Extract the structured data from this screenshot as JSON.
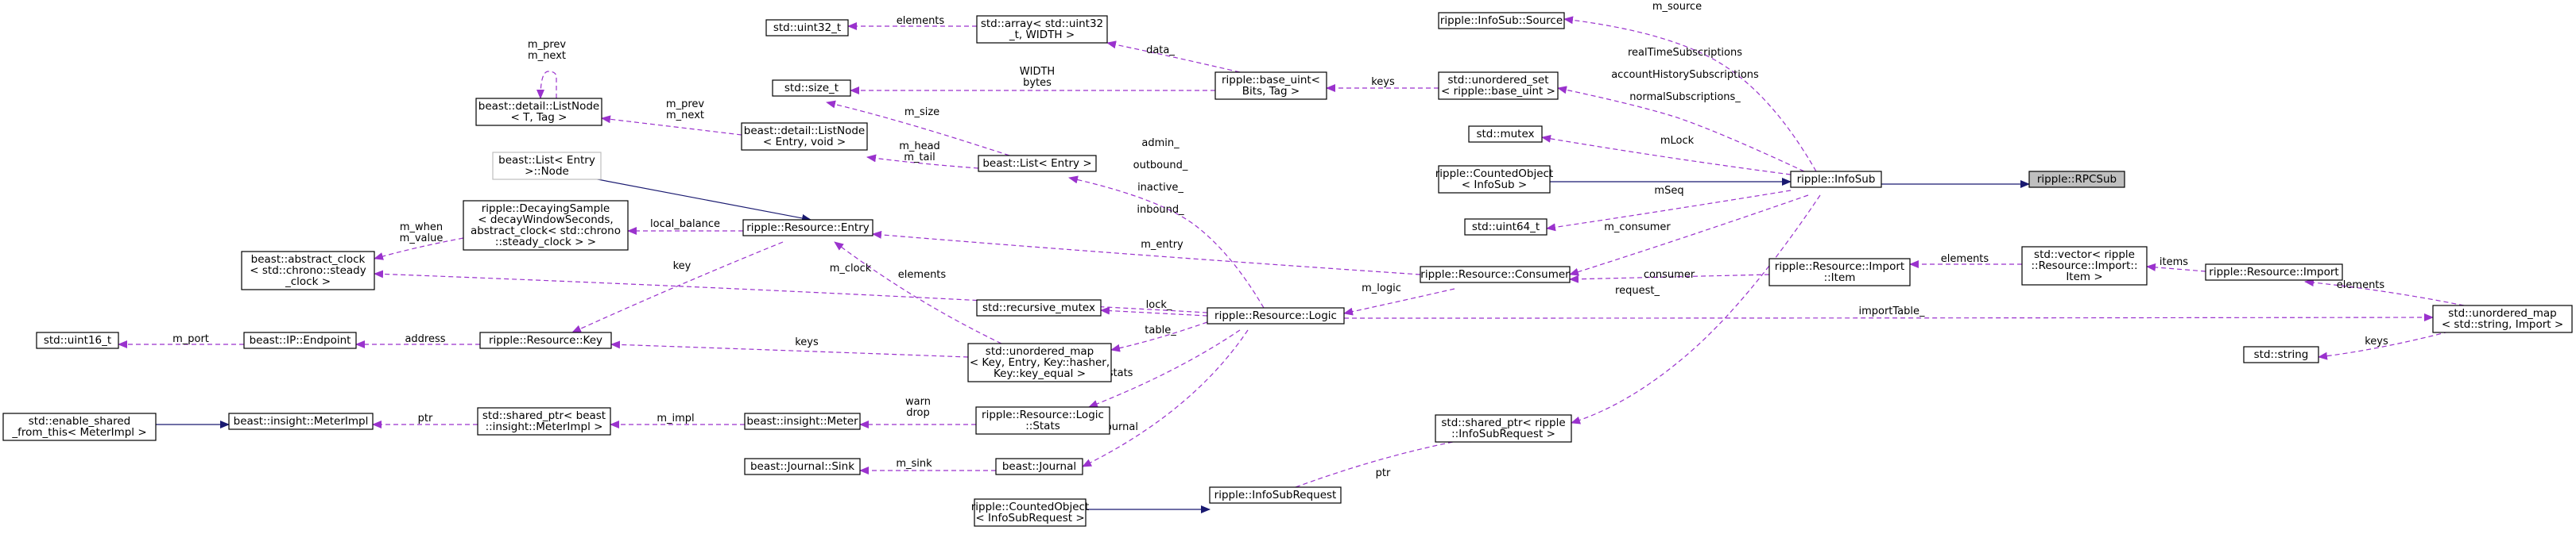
{
  "nodes": [
    {
      "id": "rpcsub",
      "lines": [
        "ripple::RPCSub"
      ],
      "highlight": true
    },
    {
      "id": "infosub",
      "lines": [
        "ripple::InfoSub"
      ]
    },
    {
      "id": "source",
      "lines": [
        "ripple::InfoSub::Source"
      ]
    },
    {
      "id": "unordered_set",
      "lines": [
        "std::unordered_set",
        "< ripple::base_uint >"
      ]
    },
    {
      "id": "mutex",
      "lines": [
        "std::mutex"
      ]
    },
    {
      "id": "counted_infosub",
      "lines": [
        "ripple::CountedObject",
        "< InfoSub >"
      ]
    },
    {
      "id": "uint64",
      "lines": [
        "std::uint64_t"
      ]
    },
    {
      "id": "consumer",
      "lines": [
        "ripple::Resource::Consumer"
      ]
    },
    {
      "id": "shared_req",
      "lines": [
        "std::shared_ptr< ripple",
        "::InfoSubRequest >"
      ]
    },
    {
      "id": "infosubrequest",
      "lines": [
        "ripple::InfoSubRequest"
      ]
    },
    {
      "id": "counted_req",
      "lines": [
        "ripple::CountedObject",
        "< InfoSubRequest >"
      ]
    },
    {
      "id": "uint32",
      "lines": [
        "std::uint32_t"
      ]
    },
    {
      "id": "array",
      "lines": [
        "std::array< std::uint32",
        "_t, WIDTH >"
      ]
    },
    {
      "id": "base_uint",
      "lines": [
        "ripple::base_uint<",
        "Bits, Tag >"
      ]
    },
    {
      "id": "size_t",
      "lines": [
        "std::size_t"
      ]
    },
    {
      "id": "listnode_t",
      "lines": [
        "beast::detail::ListNode",
        "< T, Tag >"
      ]
    },
    {
      "id": "listnode_e",
      "lines": [
        "beast::detail::ListNode",
        "< Entry, void >"
      ]
    },
    {
      "id": "list_entry",
      "lines": [
        "beast::List< Entry >"
      ]
    },
    {
      "id": "list_node",
      "lines": [
        "beast::List< Entry",
        ">::Node"
      ],
      "grey": true
    },
    {
      "id": "decaying",
      "lines": [
        "ripple::DecayingSample",
        "< decayWindowSeconds,",
        "abstract_clock< std::chrono",
        "::steady_clock > >"
      ]
    },
    {
      "id": "entry",
      "lines": [
        "ripple::Resource::Entry"
      ]
    },
    {
      "id": "abstract_clock",
      "lines": [
        "beast::abstract_clock",
        "< std::chrono::steady",
        "_clock >"
      ]
    },
    {
      "id": "uint16",
      "lines": [
        "std::uint16_t"
      ]
    },
    {
      "id": "endpoint",
      "lines": [
        "beast::IP::Endpoint"
      ]
    },
    {
      "id": "key",
      "lines": [
        "ripple::Resource::Key"
      ]
    },
    {
      "id": "recursive_mutex",
      "lines": [
        "std::recursive_mutex"
      ]
    },
    {
      "id": "unordered_map_key",
      "lines": [
        "std::unordered_map",
        "< Key, Entry, Key::hasher,",
        "Key::key_equal >"
      ]
    },
    {
      "id": "logic",
      "lines": [
        "ripple::Resource::Logic"
      ]
    },
    {
      "id": "enable_shared",
      "lines": [
        "std::enable_shared",
        "_from_this< MeterImpl >"
      ]
    },
    {
      "id": "meterimpl",
      "lines": [
        "beast::insight::MeterImpl"
      ]
    },
    {
      "id": "shared_meterimpl",
      "lines": [
        "std::shared_ptr< beast",
        "::insight::MeterImpl >"
      ]
    },
    {
      "id": "meter",
      "lines": [
        "beast::insight::Meter"
      ]
    },
    {
      "id": "stats",
      "lines": [
        "ripple::Resource::Logic",
        "::Stats"
      ]
    },
    {
      "id": "sink",
      "lines": [
        "beast::Journal::Sink"
      ]
    },
    {
      "id": "journal",
      "lines": [
        "beast::Journal"
      ]
    },
    {
      "id": "import_item",
      "lines": [
        "ripple::Resource::Import",
        "::Item"
      ]
    },
    {
      "id": "vector_item",
      "lines": [
        "std::vector< ripple",
        "::Resource::Import::",
        "Item >"
      ]
    },
    {
      "id": "import",
      "lines": [
        "ripple::Resource::Import"
      ]
    },
    {
      "id": "unordered_map_str",
      "lines": [
        "std::unordered_map",
        "< std::string, Import >"
      ]
    },
    {
      "id": "string",
      "lines": [
        "std::string"
      ]
    }
  ],
  "edges": [
    {
      "from": "infosub",
      "to": "rpcsub",
      "kind": "inherit",
      "label": []
    },
    {
      "from": "counted_infosub",
      "to": "infosub",
      "kind": "inherit",
      "label": []
    },
    {
      "from": "counted_req",
      "to": "infosubrequest",
      "kind": "inherit",
      "label": []
    },
    {
      "from": "list_node",
      "to": "entry",
      "kind": "inherit",
      "label": []
    },
    {
      "from": "enable_shared",
      "to": "meterimpl",
      "kind": "inherit",
      "label": []
    },
    {
      "from": "infosub",
      "to": "source",
      "kind": "usage",
      "label": [
        "m_source"
      ]
    },
    {
      "from": "infosub",
      "to": "unordered_set",
      "kind": "usage",
      "label": [
        "realTimeSubscriptions",
        "accountHistorySubscriptions",
        "normalSubscriptions_"
      ]
    },
    {
      "from": "infosub",
      "to": "mutex",
      "kind": "usage",
      "label": [
        "mLock"
      ]
    },
    {
      "from": "infosub",
      "to": "uint64",
      "kind": "usage",
      "label": [
        "mSeq"
      ]
    },
    {
      "from": "infosub",
      "to": "consumer",
      "kind": "usage",
      "label": [
        "m_consumer"
      ]
    },
    {
      "from": "infosub",
      "to": "shared_req",
      "kind": "usage",
      "label": [
        "request_"
      ]
    },
    {
      "from": "infosubrequest",
      "to": "shared_req",
      "kind": "usage",
      "label": [
        "ptr"
      ]
    },
    {
      "from": "array",
      "to": "uint32",
      "kind": "usage",
      "label": [
        "elements"
      ]
    },
    {
      "from": "base_uint",
      "to": "array",
      "kind": "usage",
      "label": [
        "data_"
      ]
    },
    {
      "from": "base_uint",
      "to": "size_t",
      "kind": "usage",
      "label": [
        "WIDTH",
        "bytes"
      ]
    },
    {
      "from": "unordered_set",
      "to": "base_uint",
      "kind": "usage",
      "label": [
        "keys"
      ]
    },
    {
      "from": "list_entry",
      "to": "size_t",
      "kind": "usage",
      "label": [
        "m_size"
      ]
    },
    {
      "from": "listnode_t",
      "to": "listnode_t",
      "kind": "usage",
      "label": [
        "m_prev",
        "m_next"
      ]
    },
    {
      "from": "listnode_e",
      "to": "listnode_t",
      "kind": "usage",
      "label": [
        "m_prev",
        "m_next"
      ]
    },
    {
      "from": "list_entry",
      "to": "listnode_e",
      "kind": "usage",
      "label": [
        "m_head",
        "m_tail"
      ]
    },
    {
      "from": "logic",
      "to": "list_entry",
      "kind": "usage",
      "label": [
        "admin_",
        "outbound_",
        "inactive_",
        "inbound_"
      ]
    },
    {
      "from": "entry",
      "to": "decaying",
      "kind": "usage",
      "label": [
        "local_balance"
      ]
    },
    {
      "from": "decaying",
      "to": "abstract_clock",
      "kind": "usage",
      "label": [
        "m_when",
        "m_value"
      ]
    },
    {
      "from": "entry",
      "to": "key",
      "kind": "usage",
      "label": [
        "key"
      ]
    },
    {
      "from": "consumer",
      "to": "entry",
      "kind": "usage",
      "label": [
        "m_entry"
      ]
    },
    {
      "from": "logic",
      "to": "abstract_clock",
      "kind": "usage",
      "label": [
        "m_clock"
      ]
    },
    {
      "from": "consumer",
      "to": "logic",
      "kind": "usage",
      "label": [
        "m_logic"
      ]
    },
    {
      "from": "import_item",
      "to": "consumer",
      "kind": "usage",
      "label": [
        "consumer"
      ]
    },
    {
      "from": "vector_item",
      "to": "import_item",
      "kind": "usage",
      "label": [
        "elements"
      ]
    },
    {
      "from": "import",
      "to": "vector_item",
      "kind": "usage",
      "label": [
        "items"
      ]
    },
    {
      "from": "unordered_map_str",
      "to": "import",
      "kind": "usage",
      "label": [
        "elements"
      ]
    },
    {
      "from": "unordered_map_str",
      "to": "string",
      "kind": "usage",
      "label": [
        "keys"
      ]
    },
    {
      "from": "logic",
      "to": "unordered_map_str",
      "kind": "usage",
      "label": [
        "importTable_"
      ]
    },
    {
      "from": "logic",
      "to": "recursive_mutex",
      "kind": "usage",
      "label": [
        "lock_"
      ]
    },
    {
      "from": "logic",
      "to": "unordered_map_key",
      "kind": "usage",
      "label": [
        "table_"
      ]
    },
    {
      "from": "unordered_map_key",
      "to": "entry",
      "kind": "usage",
      "label": [
        "elements"
      ]
    },
    {
      "from": "unordered_map_key",
      "to": "key",
      "kind": "usage",
      "label": [
        "keys"
      ]
    },
    {
      "from": "key",
      "to": "endpoint",
      "kind": "usage",
      "label": [
        "address"
      ]
    },
    {
      "from": "endpoint",
      "to": "uint16",
      "kind": "usage",
      "label": [
        "m_port"
      ]
    },
    {
      "from": "logic",
      "to": "stats",
      "kind": "usage",
      "label": [
        "m_stats"
      ]
    },
    {
      "from": "logic",
      "to": "journal",
      "kind": "usage",
      "label": [
        "m_journal"
      ]
    },
    {
      "from": "journal",
      "to": "sink",
      "kind": "usage",
      "label": [
        "m_sink"
      ]
    },
    {
      "from": "stats",
      "to": "meter",
      "kind": "usage",
      "label": [
        "warn",
        "drop"
      ]
    },
    {
      "from": "meter",
      "to": "shared_meterimpl",
      "kind": "usage",
      "label": [
        "m_impl"
      ]
    },
    {
      "from": "shared_meterimpl",
      "to": "meterimpl",
      "kind": "usage",
      "label": [
        "ptr"
      ]
    }
  ]
}
